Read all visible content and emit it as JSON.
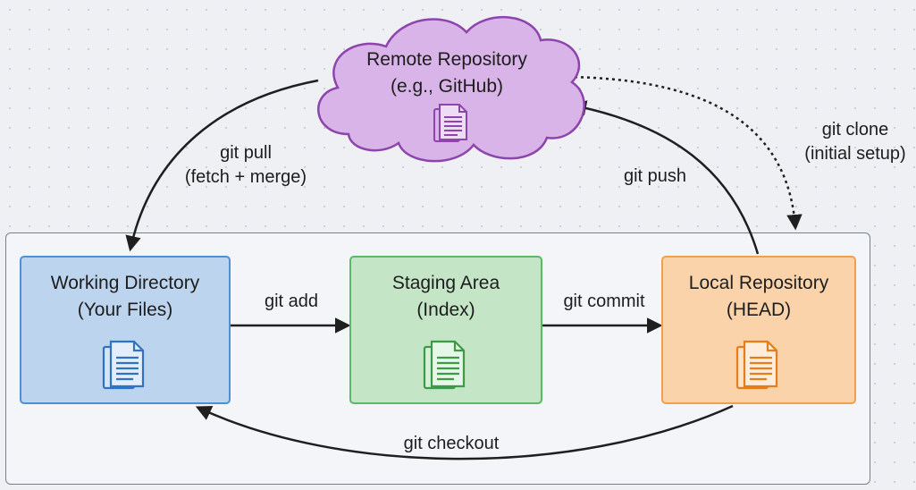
{
  "remote": {
    "title_line1": "Remote Repository",
    "title_line2": "(e.g., GitHub)",
    "fill": "#d9b4e8",
    "stroke": "#8e44ad"
  },
  "boxes": {
    "working_dir": {
      "line1": "Working Directory",
      "line2": "(Your Files)",
      "icon": "document-icon",
      "accent": "#2f74c4"
    },
    "staging": {
      "line1": "Staging Area",
      "line2": "(Index)",
      "icon": "document-icon",
      "accent": "#3d9a47"
    },
    "local_repo": {
      "line1": "Local Repository",
      "line2": "(HEAD)",
      "icon": "document-icon",
      "accent": "#e57d1c"
    }
  },
  "arrows": {
    "pull_line1": "git pull",
    "pull_line2": "(fetch + merge)",
    "push": "git push",
    "clone_line1": "git clone",
    "clone_line2": "(initial setup)",
    "add": "git add",
    "commit": "git commit",
    "checkout": "git checkout"
  }
}
